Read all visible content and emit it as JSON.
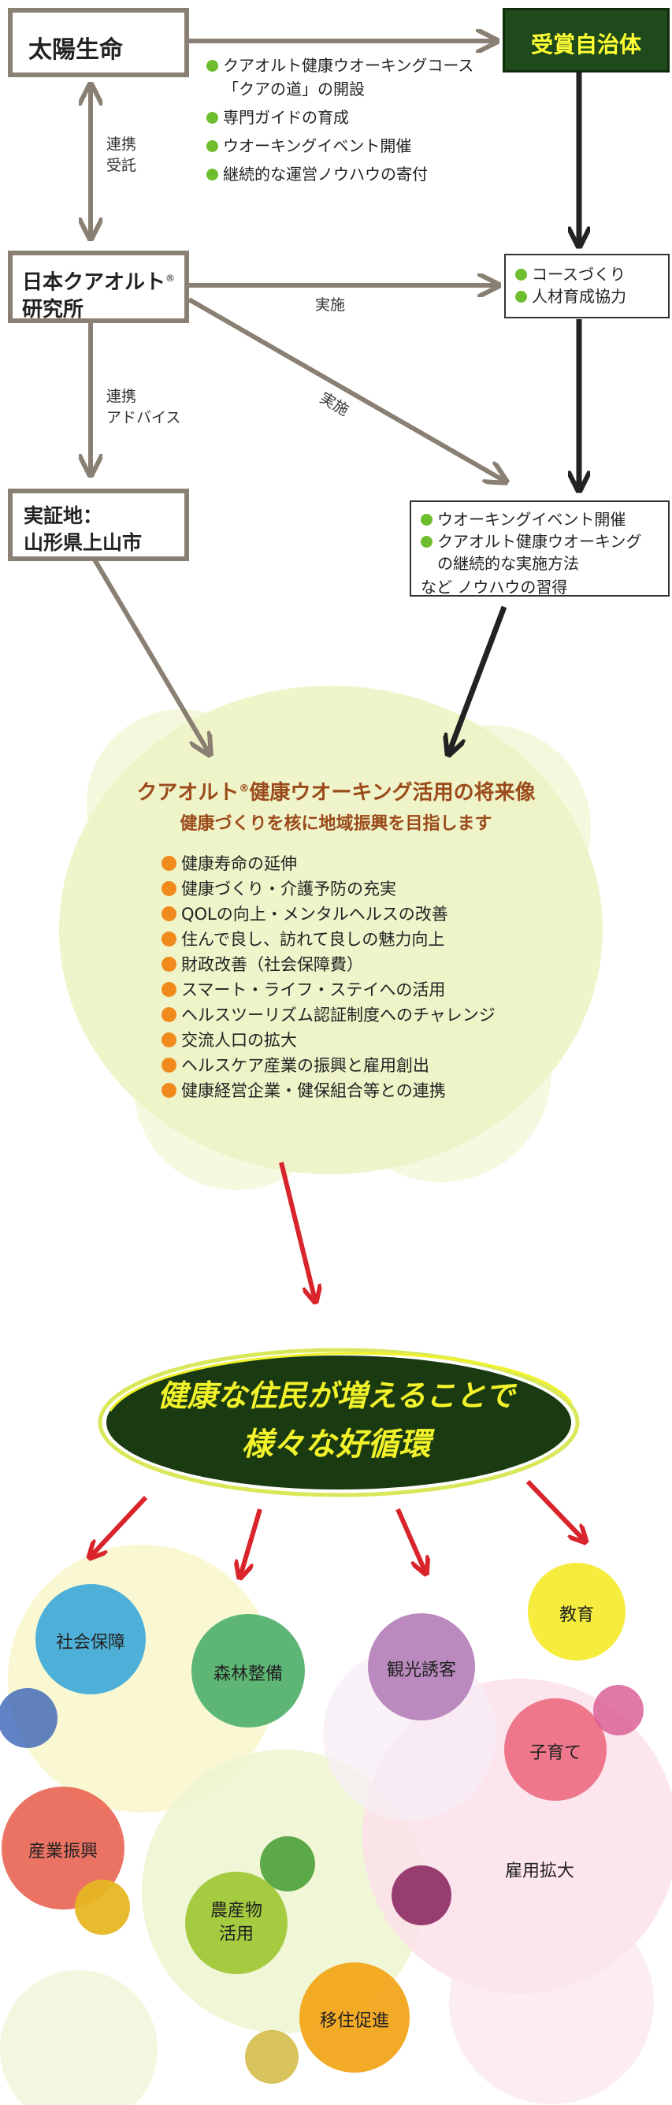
{
  "nodes": {
    "taiyo": "太陽生命",
    "institute": "日本クアオルト",
    "institute_mark": "®",
    "institute_line2": "研究所",
    "site_line1": "実証地：",
    "site_line2": "山形県上山市",
    "awarded": "受賞自治体"
  },
  "contributions": [
    "クアオルト健康ウオーキングコース",
    "「クアの道」の開設",
    "専門ガイドの育成",
    "ウオーキングイベント開催",
    "継続的な運営ノウハウの寄付"
  ],
  "links": {
    "taiyo_institute": [
      "連携",
      "受託"
    ],
    "institute_site": [
      "連携",
      "アドバイス"
    ],
    "implement_1": "実施",
    "implement_2": "実施"
  },
  "box_course": [
    "コースづくり",
    "人材育成協力"
  ],
  "box_event": {
    "items": [
      "ウオーキングイベント開催",
      "クアオルト健康ウオーキング"
    ],
    "item2_cont": "の継続的な実施方法",
    "note": "など ノウハウの習得"
  },
  "future": {
    "title_a": "クアオルト",
    "title_mark": "®",
    "title_b": "健康ウオーキング活用の将来像",
    "subtitle": "健康づくりを核に地域振興を目指します",
    "items": [
      "健康寿命の延伸",
      "健康づくり・介護予防の充実",
      "QOLの向上・メンタルヘルスの改善",
      "住んで良し、訪れて良しの魅力向上",
      "財政改善（社会保障費）",
      "スマート・ライフ・ステイへの活用",
      "ヘルスツーリズム認証制度へのチャレンジ",
      "交流人口の拡大",
      "ヘルスケア産業の振興と雇用創出",
      "健康経営企業・健保組合等との連携"
    ]
  },
  "slogan": {
    "line1": "健康な住民が増えることで",
    "line2": "様々な好循環"
  },
  "effects": {
    "social": "社会保障",
    "forest": "森林整備",
    "tourism": "観光誘客",
    "education": "教育",
    "childcare": "子育て",
    "industry": "産業振興",
    "employment": "雇用拡大",
    "agri_1": "農産物",
    "agri_2": "活用",
    "migration": "移住促進"
  },
  "colors": {
    "arrow_gray": "#8a7f73",
    "green_title_bg": "#1f4a1c",
    "green_title_text": "#ffff33",
    "future_title": "#9b4b1b",
    "future_blob": "#eef3c7",
    "bullet_green": "#6dbd2d",
    "bullet_orange": "#f08a1c",
    "red_arrow": "#d8242a",
    "ellipse": "#1a3b12",
    "ellipse_text": "#f2f22a"
  }
}
